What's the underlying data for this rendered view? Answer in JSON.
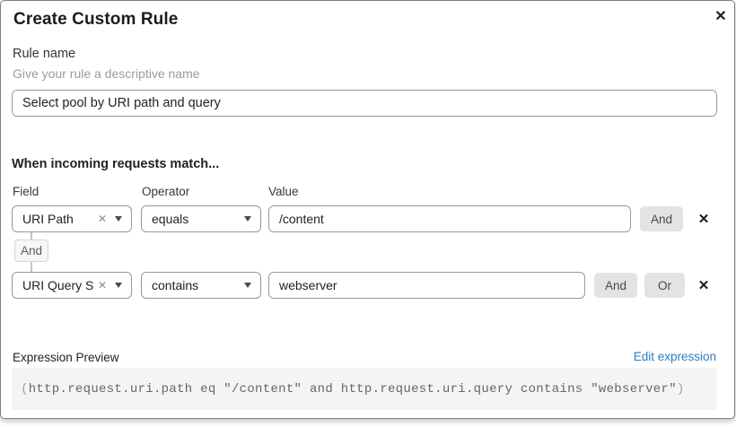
{
  "dialog": {
    "title": "Create Custom Rule"
  },
  "icons": {
    "close": "✕",
    "clear": "✕",
    "delete_row": "✕"
  },
  "rule_name": {
    "label": "Rule name",
    "help": "Give your rule a descriptive name",
    "value": "Select pool by URI path and query"
  },
  "match": {
    "heading": "When incoming requests match...",
    "columns": {
      "field": "Field",
      "operator": "Operator",
      "value": "Value"
    },
    "rows": [
      {
        "field": "URI Path",
        "operator": "equals",
        "value": "/content",
        "and_label": "And"
      },
      {
        "field": "URI Query St...",
        "operator": "contains",
        "value": "webserver",
        "and_label": "And",
        "or_label": "Or"
      }
    ],
    "connector_label": "And"
  },
  "expression": {
    "label": "Expression Preview",
    "edit_link": "Edit expression",
    "paren_open": "(",
    "body": "http.request.uri.path eq \"/content\" and http.request.uri.query contains \"webserver\"",
    "paren_close": ")"
  },
  "colors": {
    "link": "#2e7cbe",
    "logic_button_bg": "#e3e3e5",
    "code_background": "#f4f4f5",
    "control_border": "#98989c"
  }
}
